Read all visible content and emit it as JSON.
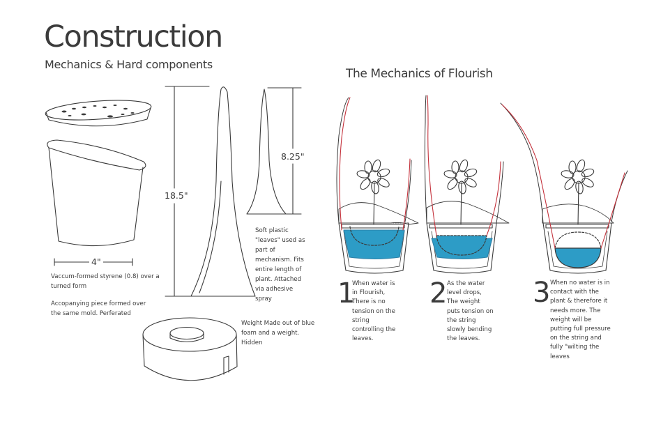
{
  "header": {
    "title": "Construction",
    "subtitle": "Mechanics & Hard components"
  },
  "components": {
    "pot_width": "4\"",
    "pot_note_1": "Vaccum-formed styrene (0.8) over a turned form",
    "pot_note_2": "Accopanying piece formed over the same mold. Perferated",
    "plant_height": "18.5\"",
    "leaf_height": "8.25\"",
    "leaf_note": "Soft plastic \"leaves\" used as part of mechanism. Fits entire length of plant. Attached via adhesive spray",
    "weight_note": "Weight Made out of blue foam and a weight. Hidden"
  },
  "mechanics": {
    "title": "The Mechanics of Flourish",
    "steps": [
      {
        "number": "1",
        "text": "When water is in Flourish, There is no tension on the string controlling the leaves."
      },
      {
        "number": "2",
        "text": "As the water level drops, The weight puts tension on the string slowly bending the leaves."
      },
      {
        "number": "3",
        "text": "When no water is in contact with the plant & therefore it needs more. The weight will be putting full pressure on the string and fully \"wilting the leaves"
      }
    ]
  },
  "colors": {
    "water": "#2d9cc6",
    "string": "#c4323c",
    "ink": "#3a3a3a"
  }
}
